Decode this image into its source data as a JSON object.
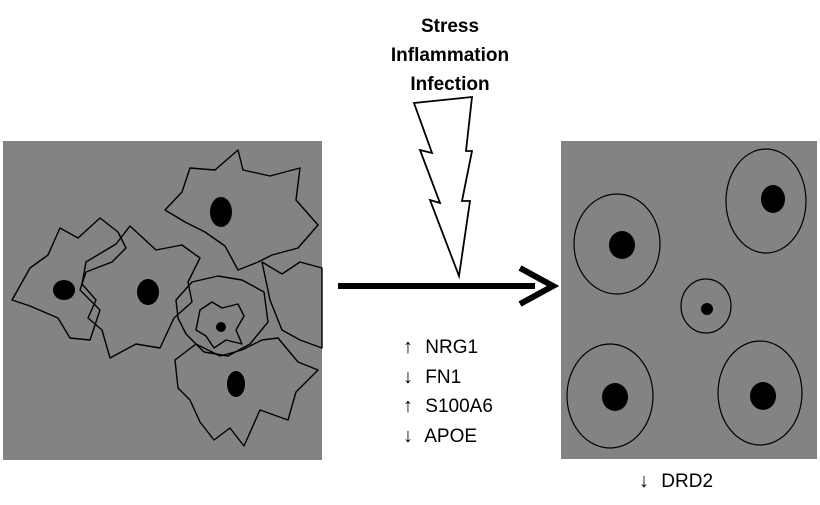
{
  "stimuli": [
    "Stress",
    "Inflammation",
    "Infection"
  ],
  "gene_changes": [
    {
      "direction": "up",
      "arrow": "↑",
      "gene": "NRG1"
    },
    {
      "direction": "down",
      "arrow": "↓",
      "gene": "FN1"
    },
    {
      "direction": "up",
      "arrow": "↑",
      "gene": "S100A6"
    },
    {
      "direction": "down",
      "arrow": "↓",
      "gene": "APOE"
    }
  ],
  "reactive_change": {
    "direction": "down",
    "arrow": "↓",
    "gene": "DRD2"
  },
  "colors": {
    "panel": "#838383",
    "nucleus": "#000000",
    "outline": "#000000",
    "background": "#ffffff"
  },
  "icons": {
    "bolt": "lightning-bolt-icon",
    "transition": "right-arrow-icon"
  }
}
